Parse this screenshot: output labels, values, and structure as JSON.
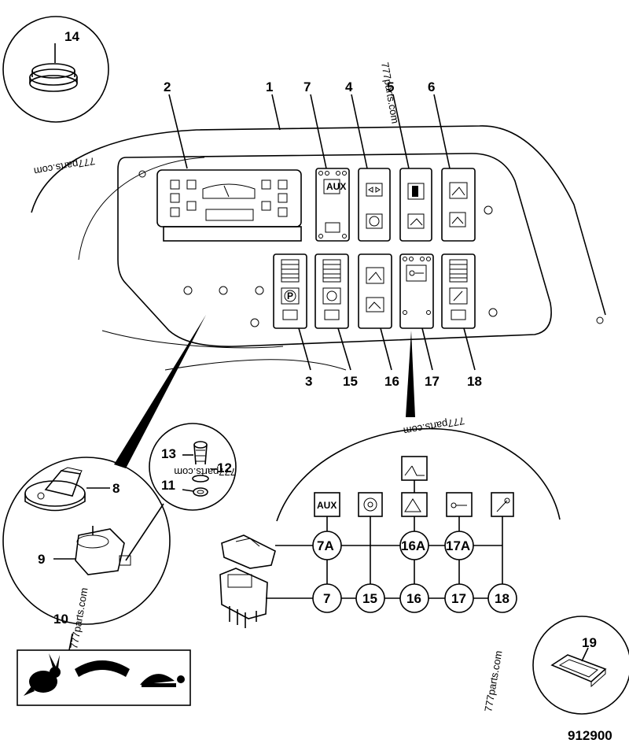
{
  "figure_number": "912900",
  "callouts": {
    "c1": "1",
    "c2": "2",
    "c3": "3",
    "c4": "4",
    "c5": "5",
    "c6": "6",
    "c7": "7",
    "c8": "8",
    "c9": "9",
    "c10": "10",
    "c11": "11",
    "c12": "12",
    "c13": "13",
    "c14": "14",
    "c15": "15",
    "c16": "16",
    "c17": "17",
    "c18": "18",
    "c19": "19"
  },
  "symbols": {
    "aux": "AUX",
    "park": "P"
  },
  "wiring_nodes": {
    "top": [
      "7A",
      "16A",
      "17A"
    ],
    "bottom": [
      "7",
      "15",
      "16",
      "17",
      "18"
    ]
  },
  "watermark": "777parts.com",
  "icons": [
    "rabbit-icon",
    "turtle-icon",
    "speed-arc-icon",
    "aux-icon",
    "rotate-icon",
    "bucket-icon",
    "hitch-icon",
    "joystick-icon",
    "fuel-icon",
    "parking-brake-icon"
  ]
}
